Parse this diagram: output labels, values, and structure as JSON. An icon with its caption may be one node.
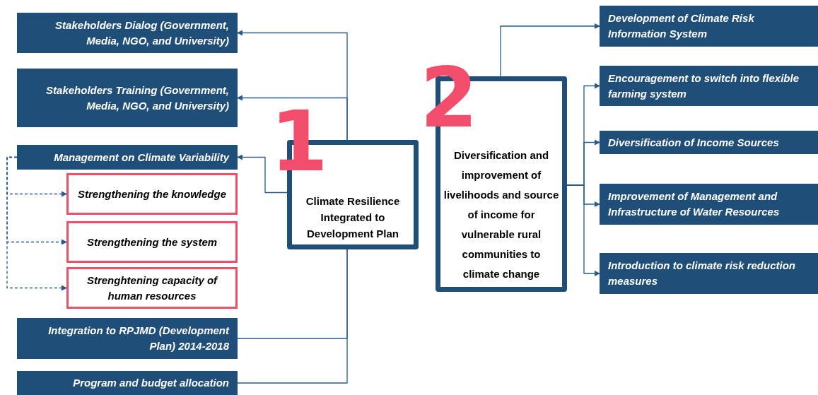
{
  "diagram": {
    "nodes": [
      {
        "text": [
          "Stakeholders Dialog (Government, Media, NGO, and University)"
        ]
      },
      {
        "text": [
          "Stakeholders Training (Government, Media, NGO, and University)"
        ]
      },
      {
        "text": [
          "Management on Climate Variability"
        ]
      },
      {
        "text": [
          "Strengthening the knowledge"
        ]
      },
      {
        "text": [
          "Strengthening the system"
        ]
      },
      {
        "text": [
          "Strenghtening capacity of human resources"
        ]
      },
      {
        "text": [
          "Integration to RPJMD (Development Plan) 2014-2018"
        ]
      },
      {
        "text": [
          "Program and budget allocation"
        ]
      },
      {
        "text": [
          "Climate Resilience Integrated to Development Plan"
        ]
      },
      {
        "text": [
          "Diversification and improvement of livelihoods and source of income for vulnerable rural communities to climate change"
        ]
      },
      {
        "text": [
          "Development of Climate Risk Information System"
        ]
      },
      {
        "text": [
          "Encouragement to switch into flexible farming system"
        ]
      },
      {
        "text": [
          "Diversification of Income Sources"
        ]
      },
      {
        "text": [
          "Improvement of Management and Infrastructure of Water Resources"
        ]
      },
      {
        "text": [
          "Introduction to climate risk reduction measures"
        ]
      }
    ],
    "edges": [
      {
        "from": 8,
        "to": 0,
        "arrow": "to"
      },
      {
        "from": 8,
        "to": 1,
        "arrow": "to"
      },
      {
        "from": 8,
        "to": 2,
        "arrow": "to"
      },
      {
        "from": 2,
        "to": 3,
        "arrow": "to",
        "style": "dashed"
      },
      {
        "from": 2,
        "to": 4,
        "arrow": "to",
        "style": "dashed"
      },
      {
        "from": 2,
        "to": 5,
        "arrow": "to",
        "style": "dashed"
      },
      {
        "from": 8,
        "to": 6,
        "arrow": "none"
      },
      {
        "from": 8,
        "to": 7,
        "arrow": "none"
      },
      {
        "from": 9,
        "to": 10,
        "arrow": "to"
      },
      {
        "from": 9,
        "to": 11,
        "arrow": "to"
      },
      {
        "from": 9,
        "to": 12,
        "arrow": "to"
      },
      {
        "from": 9,
        "to": 13,
        "arrow": "to"
      },
      {
        "from": 9,
        "to": 14,
        "arrow": "to"
      }
    ],
    "labels": [
      "1",
      "2"
    ]
  }
}
